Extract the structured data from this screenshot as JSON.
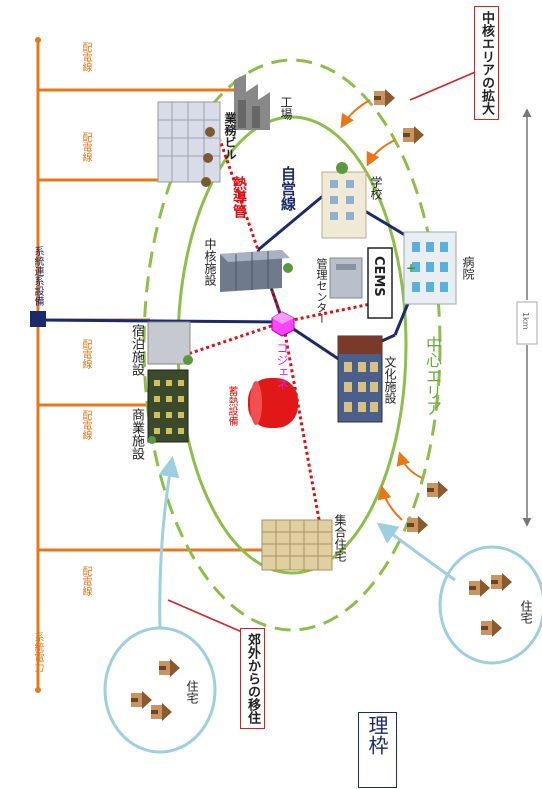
{
  "grid": {
    "title": "系統電力",
    "bus_label": "系統連系設備",
    "line_label": "配電線",
    "line_labels": [
      "配電線",
      "配電線",
      "配電線",
      "配電線",
      "配電線"
    ]
  },
  "facilities": {
    "office": "業務ビル",
    "factory": "工場",
    "core": "中核施設",
    "lodging": "宿泊施設",
    "commercial": "商業施設",
    "apartment": "集合住宅",
    "school": "学校",
    "hospital": "病院",
    "culture": "文化施設",
    "storage": "蓄熱設備",
    "management": "管理センター",
    "cems": "CEMS",
    "cogen": "コジェネ"
  },
  "lines": {
    "heat_pipe": "熱導管",
    "private_line": "自営線"
  },
  "areas": {
    "center": "中心エリア",
    "expand": "中核エリアの拡大",
    "migrate": "郊外からの移住",
    "houses": [
      "住宅",
      "住宅"
    ]
  },
  "scale": "1km",
  "fragment": "理枠",
  "colors": {
    "grid": "#e8771a",
    "private": "#1a2a6c",
    "heat": "#e01010",
    "center_ring": "#8cbf4a",
    "outer_ring": "#8cbf4a",
    "suburb": "#9dcfe0",
    "cogen": "#ff44ff",
    "callout_border": "#d52222"
  }
}
